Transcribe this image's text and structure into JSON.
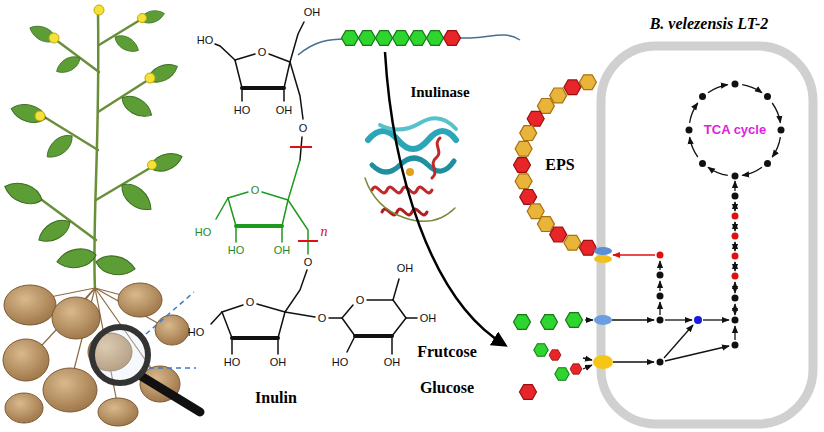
{
  "diagram": {
    "nodes": [
      {
        "text": [
          "B. velezensis LT-2"
        ]
      },
      {
        "text": [
          "TCA cycle"
        ],
        "in": 0
      }
    ],
    "labels": [
      "Inulinase",
      "Inulin",
      "Frutcose",
      "Glucose",
      "EPS",
      "n",
      "OH",
      "HO",
      "O",
      "HO",
      "OH",
      "O",
      "O",
      "HO",
      "HO",
      "OH",
      "O",
      "O",
      "HO",
      "HO",
      "OH",
      "O",
      "O",
      "OH",
      "OH",
      "OH",
      "HO"
    ]
  }
}
